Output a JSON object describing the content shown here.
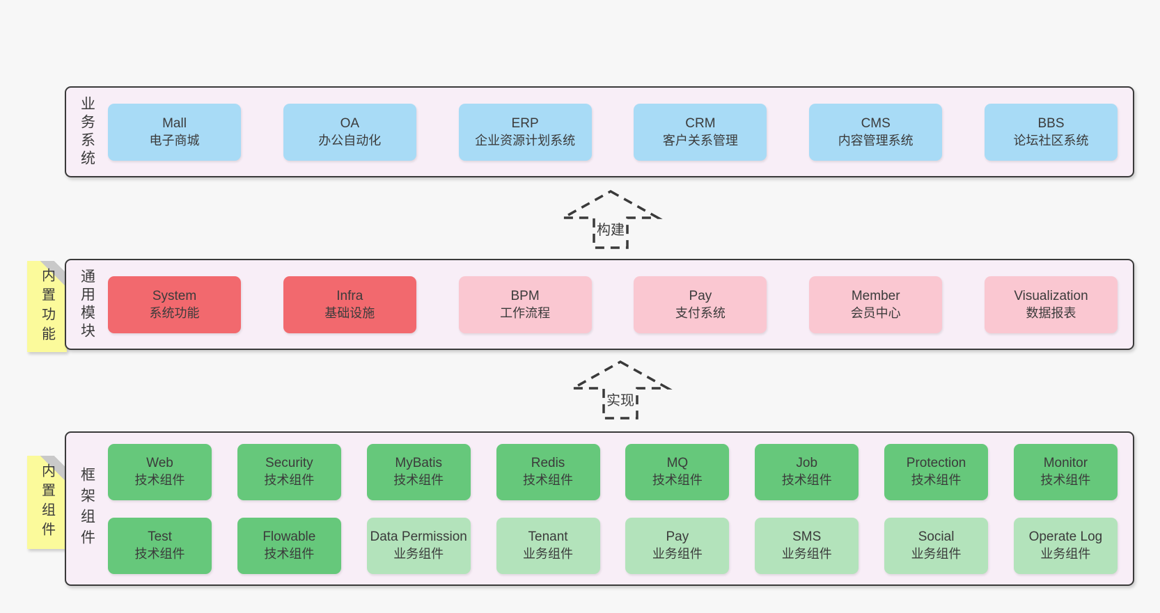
{
  "diagram": {
    "layers": {
      "business": {
        "side_label": "业务系统",
        "boxes": [
          {
            "en": "Mall",
            "zh": "电子商城"
          },
          {
            "en": "OA",
            "zh": "办公自动化"
          },
          {
            "en": "ERP",
            "zh": "企业资源计划系统"
          },
          {
            "en": "CRM",
            "zh": "客户关系管理"
          },
          {
            "en": "CMS",
            "zh": "内容管理系统"
          },
          {
            "en": "BBS",
            "zh": "论坛社区系统"
          }
        ]
      },
      "modules": {
        "sticky_label": "内置功能",
        "side_label": "通用模块",
        "boxes": [
          {
            "en": "System",
            "zh": "系统功能",
            "color": "red"
          },
          {
            "en": "Infra",
            "zh": "基础设施",
            "color": "red"
          },
          {
            "en": "BPM",
            "zh": "工作流程",
            "color": "pink"
          },
          {
            "en": "Pay",
            "zh": "支付系统",
            "color": "pink"
          },
          {
            "en": "Member",
            "zh": "会员中心",
            "color": "pink"
          },
          {
            "en": "Visualization",
            "zh": "数据报表",
            "color": "pink"
          }
        ]
      },
      "components": {
        "sticky_label": "内置组件",
        "side_label": "框架组件",
        "boxes": [
          {
            "en": "Web",
            "zh": "技术组件",
            "color": "green"
          },
          {
            "en": "Security",
            "zh": "技术组件",
            "color": "green"
          },
          {
            "en": "MyBatis",
            "zh": "技术组件",
            "color": "green"
          },
          {
            "en": "Redis",
            "zh": "技术组件",
            "color": "green"
          },
          {
            "en": "MQ",
            "zh": "技术组件",
            "color": "green"
          },
          {
            "en": "Job",
            "zh": "技术组件",
            "color": "green"
          },
          {
            "en": "Protection",
            "zh": "技术组件",
            "color": "green"
          },
          {
            "en": "Monitor",
            "zh": "技术组件",
            "color": "green"
          },
          {
            "en": "Test",
            "zh": "技术组件",
            "color": "green"
          },
          {
            "en": "Flowable",
            "zh": "技术组件",
            "color": "green"
          },
          {
            "en": "Data Permission",
            "zh": "业务组件",
            "color": "lightgreen"
          },
          {
            "en": "Tenant",
            "zh": "业务组件",
            "color": "lightgreen"
          },
          {
            "en": "Pay",
            "zh": "业务组件",
            "color": "lightgreen"
          },
          {
            "en": "SMS",
            "zh": "业务组件",
            "color": "lightgreen"
          },
          {
            "en": "Social",
            "zh": "业务组件",
            "color": "lightgreen"
          },
          {
            "en": "Operate Log",
            "zh": "业务组件",
            "color": "lightgreen"
          }
        ]
      }
    },
    "arrows": {
      "build": "构建",
      "implement": "实现"
    },
    "colors": {
      "page_bg": "#f7f7f7",
      "layer_bg": "#f8eef7",
      "layer_border": "#3a3a3a",
      "business_box": "#a8dbf6",
      "core_module_box": "#f2696e",
      "optional_module_box": "#fac7d1",
      "tech_component_box": "#66c87b",
      "biz_component_box": "#b3e3bb",
      "sticky_note": "#fbfa9b",
      "text": "#3b3b3b"
    }
  }
}
